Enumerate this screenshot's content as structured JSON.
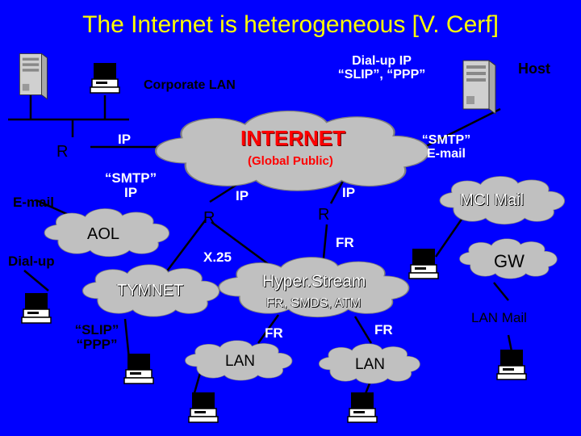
{
  "title": "The Internet is heterogeneous [V. Cerf]",
  "labels": {
    "corporate_lan": "Corporate LAN",
    "dialup_ip_1": "Dial-up IP",
    "dialup_ip_2": "“SLIP”, “PPP”",
    "host": "Host",
    "ip_left": "IP",
    "r_left": "R",
    "email_left": "E-mail",
    "smtp_ip_1": "“SMTP”",
    "smtp_ip_2": "IP",
    "internet": "INTERNET",
    "global_public": "(Global Public)",
    "smtp_email_1": "“SMTP”",
    "smtp_email_2": "E-mail",
    "ip_mid": "IP",
    "ip_right": "IP",
    "r_mid": "R",
    "r_right": "R",
    "mci_mail": "MCI Mail",
    "aol": "AOL",
    "fr_top": "FR",
    "x25": "X.25",
    "dialup": "Dial-up",
    "gw": "GW",
    "hyperstream": "Hyper.Stream",
    "fr_smds_atm": "FR, SMDS, ATM",
    "tymnet": "TYMNET",
    "slip_1": "“SLIP”",
    "slip_2": "“PPP”",
    "fr_left": "FR",
    "fr_right": "FR",
    "lan_mail": "LAN Mail",
    "lan_left": "LAN",
    "lan_right": "LAN"
  },
  "colors": {
    "background": "#0000ff",
    "title": "#ffff00",
    "cloud": "#c0c0c0",
    "internet_text": "#ff0000",
    "lines": "#000000"
  },
  "icons": [
    "server-icon",
    "workstation-icon",
    "cloud-icon"
  ]
}
